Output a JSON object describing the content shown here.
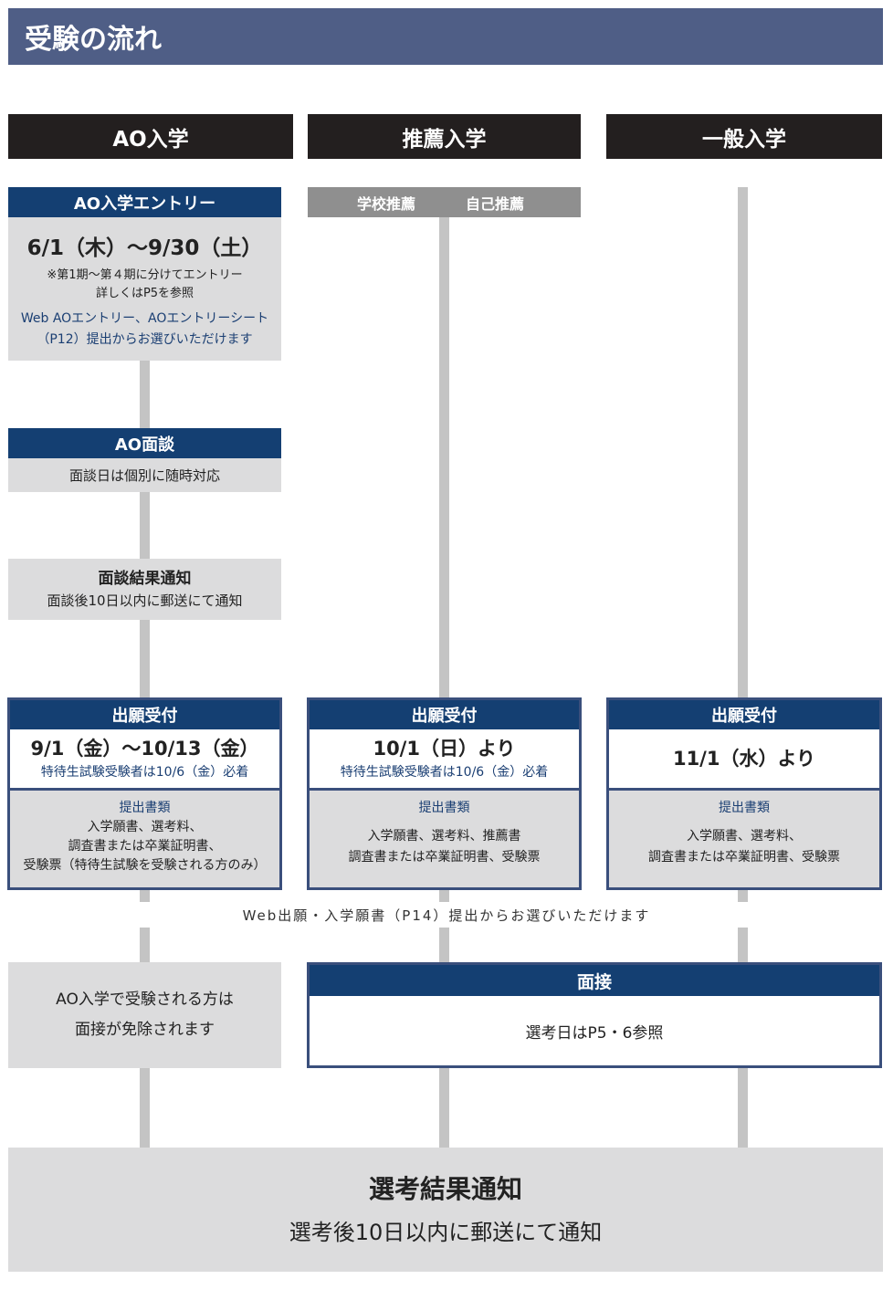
{
  "banner": {
    "title": "受験の流れ"
  },
  "columns": {
    "ao": "AO入学",
    "suisen": "推薦入学",
    "ippan": "一般入学"
  },
  "ao_entry": {
    "title": "AO入学エントリー",
    "period": "6/1（木）～9/30（土）",
    "note1": "※第1期～第４期に分けてエントリー",
    "note2": "詳しくはP5を参照",
    "web1": "Web AOエントリー、AOエントリーシート",
    "web2": "（P12）提出からお選びいただけます"
  },
  "suisen_types": {
    "school": "学校推薦",
    "self": "自己推薦"
  },
  "ao_interview": {
    "title": "AO面談",
    "text": "面談日は個別に随時対応"
  },
  "interview_result": {
    "title": "面談結果通知",
    "text": "面談後10日以内に郵送にて通知"
  },
  "application": {
    "ao": {
      "title": "出願受付",
      "date": "9/1（金）～10/13（金）",
      "note": "特待生試験受験者は10/6（金）必着",
      "docs_title": "提出書類",
      "docs1": "入学願書、選考料、",
      "docs2": "調査書または卒業証明書、",
      "docs3": "受験票（特待生試験を受験される方のみ）"
    },
    "suisen": {
      "title": "出願受付",
      "date": "10/1（日）より",
      "note": "特待生試験受験者は10/6（金）必着",
      "docs_title": "提出書類",
      "docs1": "入学願書、選考料、推薦書",
      "docs2": "調査書または卒業証明書、受験票"
    },
    "ippan": {
      "title": "出願受付",
      "date": "11/1（水）より",
      "docs_title": "提出書類",
      "docs1": "入学願書、選考料、",
      "docs2": "調査書または卒業証明書、受験票"
    }
  },
  "web_note": "Web出願・入学願書（P14）提出からお選びいただけます",
  "ao_exempt": {
    "line1": "AO入学で受験される方は",
    "line2": "面接が免除されます"
  },
  "mensetsu": {
    "title": "面接",
    "text": "選考日はP5・6参照"
  },
  "final": {
    "title": "選考結果通知",
    "text": "選考後10日以内に郵送にて通知"
  },
  "colors": {
    "navy": "#143f72",
    "banner": "#4f5e86",
    "header_black": "#231f1f",
    "gray": "#dcdcdd",
    "line": "#c4c4c4"
  }
}
